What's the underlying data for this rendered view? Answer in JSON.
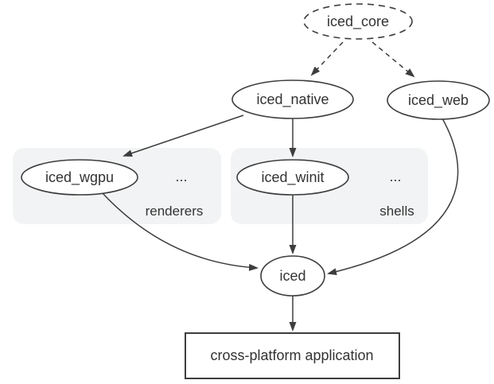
{
  "nodes": {
    "iced_core": {
      "label": "iced_core",
      "shape": "dashed-ellipse"
    },
    "iced_native": {
      "label": "iced_native",
      "shape": "ellipse"
    },
    "iced_web": {
      "label": "iced_web",
      "shape": "ellipse"
    },
    "iced_wgpu": {
      "label": "iced_wgpu",
      "shape": "ellipse"
    },
    "iced_winit": {
      "label": "iced_winit",
      "shape": "ellipse"
    },
    "iced": {
      "label": "iced",
      "shape": "ellipse"
    },
    "cross_platform_application": {
      "label": "cross-platform application",
      "shape": "rect"
    }
  },
  "groups": {
    "renderers": {
      "label": "renderers",
      "more": "..."
    },
    "shells": {
      "label": "shells",
      "more": "..."
    }
  },
  "edges": [
    {
      "from": "iced_core",
      "to": "iced_native",
      "style": "dashed"
    },
    {
      "from": "iced_core",
      "to": "iced_web",
      "style": "dashed"
    },
    {
      "from": "iced_native",
      "to": "iced_wgpu",
      "style": "solid"
    },
    {
      "from": "iced_native",
      "to": "iced_winit",
      "style": "solid"
    },
    {
      "from": "iced_wgpu",
      "to": "iced",
      "style": "solid"
    },
    {
      "from": "iced_winit",
      "to": "iced",
      "style": "solid"
    },
    {
      "from": "iced_web",
      "to": "iced",
      "style": "solid"
    },
    {
      "from": "iced",
      "to": "cross_platform_application",
      "style": "solid"
    }
  ],
  "colors": {
    "line": "#3d3d3d",
    "text": "#333333",
    "accent_blue": "#1a73e8",
    "group_fill": "#f1f3f4",
    "background": "#ffffff"
  }
}
